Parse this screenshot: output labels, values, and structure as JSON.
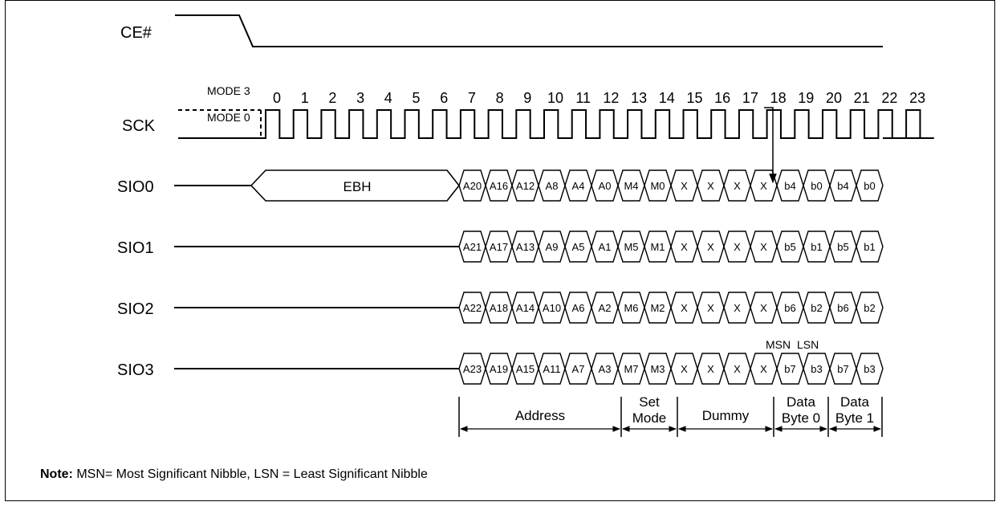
{
  "signals": {
    "ce": "CE#",
    "sck": "SCK",
    "sio0": "SIO0",
    "sio1": "SIO1",
    "sio2": "SIO2",
    "sio3": "SIO3"
  },
  "mode3_label": "MODE 3",
  "mode0_label": "MODE 0",
  "clock_ticks": [
    "0",
    "1",
    "2",
    "3",
    "4",
    "5",
    "6",
    "7",
    "8",
    "9",
    "10",
    "11",
    "12",
    "13",
    "14",
    "15",
    "16",
    "17",
    "18",
    "19",
    "20",
    "21",
    "22",
    "23"
  ],
  "command_label": "EBH",
  "sio_cells": {
    "sio0": [
      "A20",
      "A16",
      "A12",
      "A8",
      "A4",
      "A0",
      "M4",
      "M0",
      "X",
      "X",
      "X",
      "X",
      "b4",
      "b0",
      "b4",
      "b0"
    ],
    "sio1": [
      "A21",
      "A17",
      "A13",
      "A9",
      "A5",
      "A1",
      "M5",
      "M1",
      "X",
      "X",
      "X",
      "X",
      "b5",
      "b1",
      "b5",
      "b1"
    ],
    "sio2": [
      "A22",
      "A18",
      "A14",
      "A10",
      "A6",
      "A2",
      "M6",
      "M2",
      "X",
      "X",
      "X",
      "X",
      "b6",
      "b2",
      "b6",
      "b2"
    ],
    "sio3": [
      "A23",
      "A19",
      "A15",
      "A11",
      "A7",
      "A3",
      "M7",
      "M3",
      "X",
      "X",
      "X",
      "X",
      "b7",
      "b3",
      "b7",
      "b3"
    ]
  },
  "msn_label": "MSN",
  "lsn_label": "LSN",
  "segments": {
    "address": "Address",
    "set_mode_1": "Set",
    "set_mode_2": "Mode",
    "dummy": "Dummy",
    "data0_1": "Data",
    "data0_2": "Byte 0",
    "data1_1": "Data",
    "data1_2": "Byte 1"
  },
  "note": {
    "label": "Note:",
    "text": " MSN= Most Significant Nibble, LSN = Least Significant Nibble"
  }
}
